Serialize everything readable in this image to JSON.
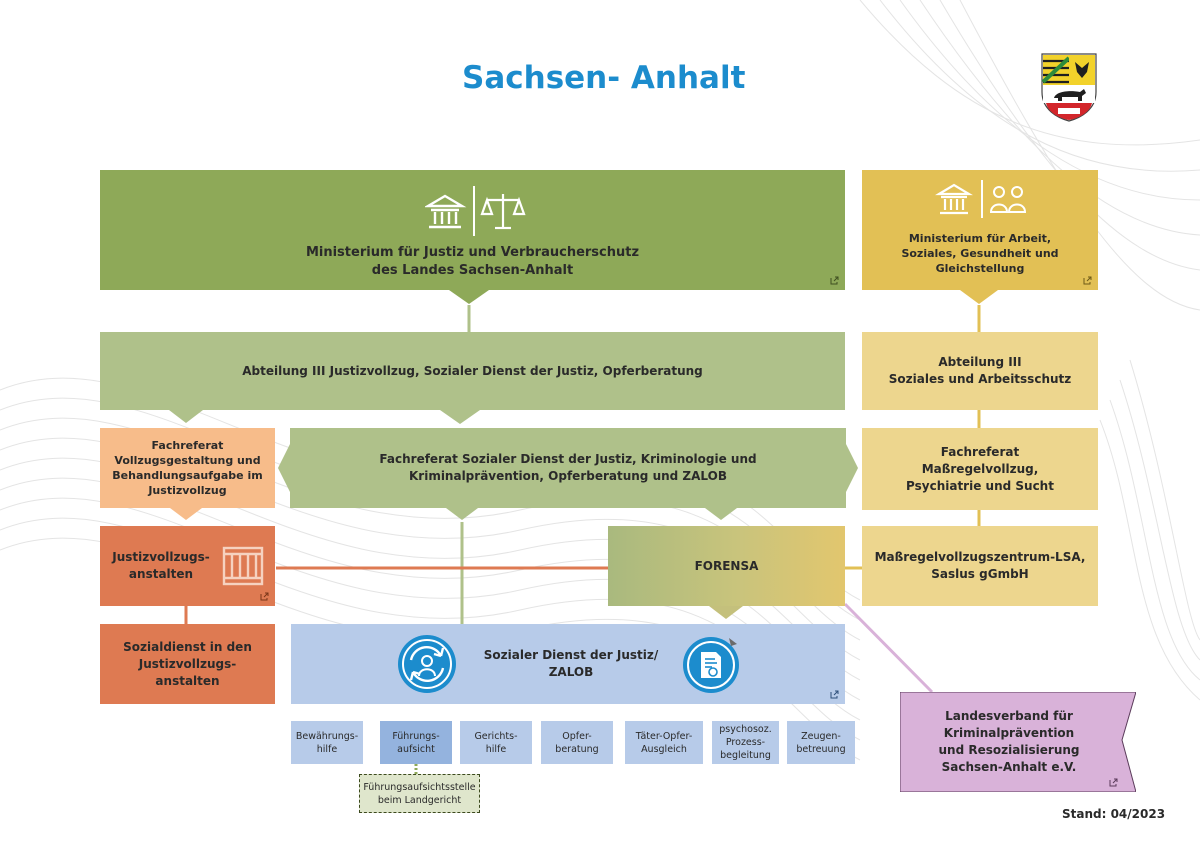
{
  "title": "Sachsen- Anhalt",
  "stand": "Stand: 04/2023",
  "colors": {
    "green_dark": "#8ea958",
    "green_light": "#afc18a",
    "yellow_dark": "#e2c055",
    "yellow_light": "#edd68e",
    "orange_light": "#f7bc8a",
    "orange_dark": "#de7a52",
    "blue_light": "#b7cbe9",
    "violet": "#d9b2d9",
    "title_blue": "#1c8ccd"
  },
  "boxes": {
    "mjv": "Ministerium für Justiz und Verbraucherschutz\ndes Landes Sachsen-Anhalt",
    "mas": "Ministerium für Arbeit,\nSoziales, Gesundheit und\nGleichstellung",
    "abt_justiz": "Abteilung III Justizvollzug, Sozialer Dienst der Justiz, Opferberatung",
    "abt_sozial": "Abteilung III\nSoziales und Arbeitsschutz",
    "fr_vollzug": "Fachreferat\nVollzugsgestaltung und\nBehandlungsaufgabe im\nJustizvollzug",
    "fr_sdj": "Fachreferat Sozialer Dienst der Justiz, Kriminologie und\nKriminalprävention, Opferberatung und ZALOB",
    "fr_massregel": "Fachreferat\nMaßregelvollzug,\nPsychiatrie und Sucht",
    "jva": "Justizvollzugs-\nanstalten",
    "forensa": "FORENSA",
    "mrvz": "Maßregelvollzugszentrum-LSA,\nSaslus gGmbH",
    "sozialdienst": "Sozialdienst in den\nJustizvollzugs-\nanstalten",
    "sdj_zalob": "Sozialer Dienst der Justiz/\nZALOB",
    "landesverband": "Landesverband für\nKriminalprävention\nund Resozialisierung\nSachsen-Anhalt e.V.",
    "fa_landgericht": "Führungsaufsichtsstelle\nbeim Landgericht"
  },
  "services": [
    "Bewährungs-\nhilfe",
    "Führungs-\naufsicht",
    "Gerichts-\nhilfe",
    "Opfer-\nberatung",
    "Täter-Opfer-\nAusgleich",
    "psychosoz.\nProzess-\nbegleitung",
    "Zeugen-\nbetreuung"
  ],
  "icons": [
    "ministry-building-icon",
    "scales-justice-icon",
    "people-group-icon",
    "prison-bars-icon",
    "cycle-person-icon",
    "document-contract-icon",
    "external-link-icon",
    "coat-of-arms-icon"
  ]
}
